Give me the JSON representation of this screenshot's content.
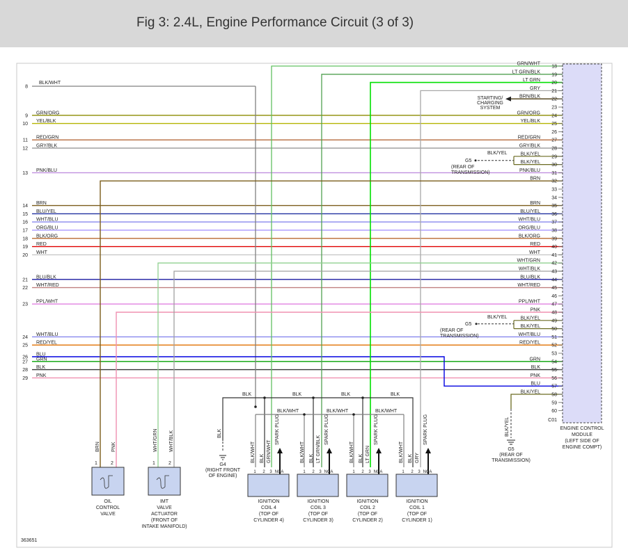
{
  "title": "Fig 3: 2.4L, Engine Performance Circuit (3 of 3)",
  "figure_id": "363651",
  "wire_colors": {
    "BLK/WHT": "#808080",
    "GRN/ORG": "#8b8b00",
    "YEL/BLK": "#b3b300",
    "RED/GRN": "#b46a3c",
    "GRY/BLK": "#a0a0a0",
    "PNK/BLU": "#c090e0",
    "BRN": "#7a5c1a",
    "BLU/YEL": "#2030a0",
    "WHT/BLU": "#8888ee",
    "ORG/BLU": "#b0a0ff",
    "BLK/ORG": "#b86a30",
    "RED": "#e00000",
    "WHT": "#c8c8c8",
    "BLU/BLK": "#1a1aa0",
    "WHT/RED": "#c08080",
    "PPL/WHT": "#e080e0",
    "RED/YEL": "#e07000",
    "BLU": "#0000e0",
    "GRN": "#00a000",
    "BLK": "#333333",
    "PNK": "#f090b0",
    "GRN/WHT": "#60c060",
    "LT GRN/BLK": "#50a050",
    "LT GRN": "#00e000",
    "GRY": "#a8a8a8",
    "WHT/GRN": "#90d090",
    "WHT/BLK": "#a0a0a0",
    "BLK/YEL": "#6a6a20",
    "BRN/BLK": "#4a3a10"
  },
  "left_wires": [
    {
      "num": "8",
      "label": "BLK/WHT"
    },
    {
      "num": "9",
      "label": "GRN/ORG"
    },
    {
      "num": "10",
      "label": "YEL/BLK"
    },
    {
      "num": "11",
      "label": "RED/GRN"
    },
    {
      "num": "12",
      "label": "GRY/BLK"
    },
    {
      "num": "13",
      "label": "PNK/BLU"
    },
    {
      "num": "14",
      "label": "BRN"
    },
    {
      "num": "15",
      "label": "BLU/YEL"
    },
    {
      "num": "16",
      "label": "WHT/BLU"
    },
    {
      "num": "17",
      "label": "ORG/BLU"
    },
    {
      "num": "18",
      "label": "BLK/ORG"
    },
    {
      "num": "19",
      "label": "RED"
    },
    {
      "num": "20",
      "label": "WHT"
    },
    {
      "num": "21",
      "label": "BLU/BLK"
    },
    {
      "num": "22",
      "label": "WHT/RED"
    },
    {
      "num": "23",
      "label": "PPL/WHT"
    },
    {
      "num": "24",
      "label": "WHT/BLU"
    },
    {
      "num": "25",
      "label": "RED/YEL"
    },
    {
      "num": "26",
      "label": "BLU"
    },
    {
      "num": "27",
      "label": "GRN"
    },
    {
      "num": "28",
      "label": "BLK"
    },
    {
      "num": "29",
      "label": "PNK"
    }
  ],
  "ecm_pins": [
    {
      "pin": "18",
      "label": "GRN/WHT"
    },
    {
      "pin": "19",
      "label": "LT GRN/BLK"
    },
    {
      "pin": "20",
      "label": "LT GRN"
    },
    {
      "pin": "21",
      "label": "GRY"
    },
    {
      "pin": "22",
      "label": "BRN/BLK"
    },
    {
      "pin": "23",
      "label": ""
    },
    {
      "pin": "24",
      "label": "GRN/ORG"
    },
    {
      "pin": "25",
      "label": "YEL/BLK"
    },
    {
      "pin": "26",
      "label": ""
    },
    {
      "pin": "27",
      "label": "RED/GRN"
    },
    {
      "pin": "28",
      "label": "GRY/BLK"
    },
    {
      "pin": "29",
      "label": "BLK/YEL"
    },
    {
      "pin": "30",
      "label": "BLK/YEL"
    },
    {
      "pin": "31",
      "label": "PNK/BLU"
    },
    {
      "pin": "32",
      "label": "BRN"
    },
    {
      "pin": "33",
      "label": ""
    },
    {
      "pin": "34",
      "label": ""
    },
    {
      "pin": "35",
      "label": "BRN"
    },
    {
      "pin": "36",
      "label": "BLU/YEL"
    },
    {
      "pin": "37",
      "label": "WHT/BLU"
    },
    {
      "pin": "38",
      "label": "ORG/BLU"
    },
    {
      "pin": "39",
      "label": "BLK/ORG"
    },
    {
      "pin": "40",
      "label": "RED"
    },
    {
      "pin": "41",
      "label": "WHT"
    },
    {
      "pin": "42",
      "label": "WHT/GRN"
    },
    {
      "pin": "43",
      "label": "WHT/BLK"
    },
    {
      "pin": "44",
      "label": "BLU/BLK"
    },
    {
      "pin": "45",
      "label": "WHT/RED"
    },
    {
      "pin": "46",
      "label": ""
    },
    {
      "pin": "47",
      "label": "PPL/WHT"
    },
    {
      "pin": "48",
      "label": "PNK"
    },
    {
      "pin": "49",
      "label": "BLK/YEL"
    },
    {
      "pin": "50",
      "label": "BLK/YEL"
    },
    {
      "pin": "51",
      "label": "WHT/BLU"
    },
    {
      "pin": "52",
      "label": "RED/YEL"
    },
    {
      "pin": "53",
      "label": ""
    },
    {
      "pin": "54",
      "label": "GRN"
    },
    {
      "pin": "55",
      "label": "BLK"
    },
    {
      "pin": "56",
      "label": "PNK"
    },
    {
      "pin": "57",
      "label": "BLU"
    },
    {
      "pin": "58",
      "label": "BLK/YEL"
    },
    {
      "pin": "59",
      "label": ""
    },
    {
      "pin": "60",
      "label": ""
    }
  ],
  "ecm": {
    "connector": "C01",
    "label": [
      "ENGINE CONTROL",
      "MODULE",
      "(LEFT SIDE OF",
      "ENGINE COMPT)"
    ]
  },
  "starting_charging": [
    "STARTING/",
    "CHARGING",
    "SYSTEM"
  ],
  "ground_g5_upper": {
    "id": "G5",
    "wire": "BLK/YEL",
    "desc": [
      "(REAR OF",
      "TRANSMISSION)"
    ]
  },
  "ground_g5_mid": {
    "id": "G5",
    "wire": "BLK/YEL",
    "desc": [
      "(REAR OF",
      "TRANSMISSION)"
    ]
  },
  "ground_g5_bottom": {
    "id": "G5",
    "wire": "BLK/YEL",
    "desc": [
      "(REAR OF",
      "TRANSMISSION)"
    ]
  },
  "ground_g4": {
    "id": "G4",
    "wire": "BLK",
    "desc": [
      "(RIGHT FRONT",
      "OF ENGINE)"
    ]
  },
  "bus_labels": {
    "blk": "BLK",
    "blkwht": "BLK/WHT"
  },
  "oil_valve": {
    "wires": [
      "BRN",
      "PNK"
    ],
    "pins": [
      "1",
      "2"
    ],
    "label": [
      "OIL",
      "CONTROL",
      "VALVE"
    ]
  },
  "imt_valve": {
    "wires": [
      "WHT/GRN",
      "WHT/BLK"
    ],
    "pins": [
      "1",
      "2"
    ],
    "label": [
      "IMT",
      "VALVE",
      "ACTUATOR",
      "(FRONT OF",
      "INTAKE MANIFOLD)"
    ]
  },
  "coils": [
    {
      "wires": [
        "BLK/WHT",
        "BLK",
        "GRN/WHT",
        "SPARK PLUG"
      ],
      "pins": [
        "1",
        "2",
        "3",
        "NCA"
      ],
      "label": [
        "IGNITION",
        "COIL 4",
        "(TOP OF",
        "CYLINDER 4)"
      ]
    },
    {
      "wires": [
        "BLK/WHT",
        "BLK",
        "LT GRN/BLK",
        "SPARK PLUG"
      ],
      "pins": [
        "1",
        "2",
        "3",
        "NCA"
      ],
      "label": [
        "IGNITION",
        "COIL 3",
        "(TOP OF",
        "CYLINDER 3)"
      ]
    },
    {
      "wires": [
        "BLK/WHT",
        "BLK",
        "LT GRN",
        "SPARK PLUG"
      ],
      "pins": [
        "1",
        "2",
        "3",
        "NCA"
      ],
      "label": [
        "IGNITION",
        "COIL 2",
        "(TOP OF",
        "CYLINDER 2)"
      ]
    },
    {
      "wires": [
        "BLK/WHT",
        "BLK",
        "GRY",
        "SPARK PLUG"
      ],
      "pins": [
        "1",
        "2",
        "3",
        "NCA"
      ],
      "label": [
        "IGNITION",
        "COIL 1",
        "(TOP OF",
        "CYLINDER 1)"
      ]
    }
  ]
}
